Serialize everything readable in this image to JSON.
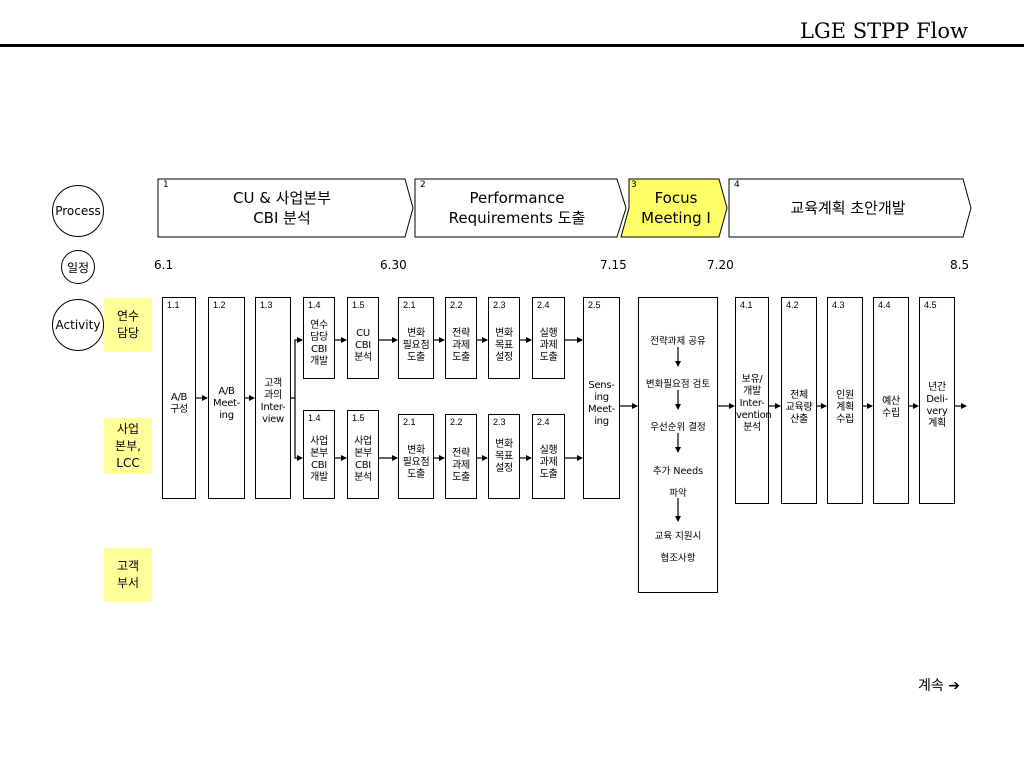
{
  "title": "LGE STPP Flow",
  "row_labels": {
    "process": "Process",
    "schedule": "일정",
    "activity": "Activity"
  },
  "groups": [
    "연수\n담당",
    "사업\n본부,\nLCC",
    "고객\n부서"
  ],
  "phases": [
    {
      "num": "1",
      "label": "CU & 사업본부\nCBI 분석"
    },
    {
      "num": "2",
      "label": "Performance\nRequirements 도출"
    },
    {
      "num": "3",
      "label": "Focus\nMeeting I",
      "highlight": "#ffff66"
    },
    {
      "num": "4",
      "label": "교육계획 초안개발"
    }
  ],
  "dates": [
    "6.1",
    "6.30",
    "7.15",
    "7.20",
    "8.5"
  ],
  "activities": {
    "a11": {
      "num": "1.1",
      "text": "A/B\n구성"
    },
    "a12": {
      "num": "1.2",
      "text": "A/B\nMeet-\ning"
    },
    "a13": {
      "num": "1.3",
      "text": "고객\n과의\nInter-\nview"
    },
    "a14t": {
      "num": "1.4",
      "text": "연수\n담당\nCBI\n개발"
    },
    "a15t": {
      "num": "1.5",
      "text": "CU\nCBI\n분석"
    },
    "a21t": {
      "num": "2.1",
      "text": "변화\n필요점\n도출"
    },
    "a22t": {
      "num": "2.2",
      "text": "전략\n과제\n도출"
    },
    "a23t": {
      "num": "2.3",
      "text": "변화\n목표\n설정"
    },
    "a24t": {
      "num": "2.4",
      "text": "실행\n과제\n도출"
    },
    "a14b": {
      "num": "1.4",
      "text": "사업\n본부\nCBI\n개발"
    },
    "a15b": {
      "num": "1.5",
      "text": "사업\n본부\nCBI\n분석"
    },
    "a21b": {
      "num": "2.1",
      "text": "변화\n필요점\n도출"
    },
    "a22b": {
      "num": "2.2",
      "text": "전략\n과제\n도출"
    },
    "a23b": {
      "num": "2.3",
      "text": "변화\n목표\n설정"
    },
    "a24b": {
      "num": "2.4",
      "text": "실행\n과제\n도출"
    },
    "a25": {
      "num": "2.5",
      "text": "Sens-\ning\nMeet-\ning"
    },
    "a41": {
      "num": "4.1",
      "text": "보유/\n개발\nInter-\nvention\n분석"
    },
    "a42": {
      "num": "4.2",
      "text": "전체\n교육량\n산출"
    },
    "a43": {
      "num": "4.3",
      "text": "인원\n계획\n수립"
    },
    "a44": {
      "num": "4.4",
      "text": "예산\n수립"
    },
    "a45": {
      "num": "4.5",
      "text": "년간\nDeli-\nvery\n계획"
    }
  },
  "focus_steps": [
    "전략과제 공유",
    "변화필요점 검토",
    "우선순위 결정",
    "추가 Needs",
    "파악",
    "교육 지원시",
    "협조사항"
  ],
  "continue_label": "계속 ➔"
}
